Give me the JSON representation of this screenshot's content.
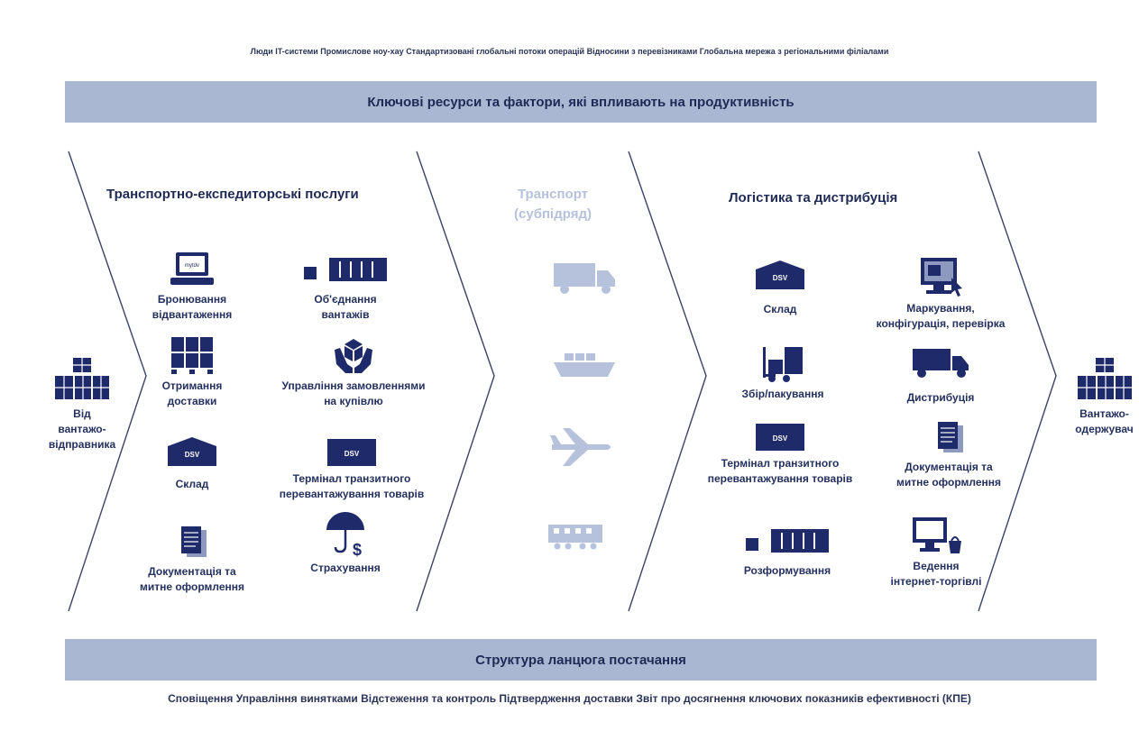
{
  "resources_list": "Люди IT-системи Промислове ноу-хау Стандартизовані глобальні потоки операцій Відносини з перевізниками Глобальна мережа з регіональними філіалами",
  "resources_title": "Ключові ресурси та фактори, які впливають на продуктивність",
  "supply_chain_title": "Структура ланцюга постачання",
  "supply_chain_list": "Сповіщення Управління винятками Відстеження та контроль Підтвердження доставки Звіт про досягнення ключових показників ефективності (КПЕ)",
  "sender": {
    "line1": "Від",
    "line2": "вантажо-",
    "line3": "відправника"
  },
  "receiver": {
    "line1": "Вантажо-",
    "line2": "одержувач"
  },
  "forwarding": {
    "title": "Транспортно-експедиторські послуги",
    "booking": {
      "line1": "Бронювання",
      "line2": "відвантаження",
      "icon": "laptop-icon",
      "screen_text": "mytdv"
    },
    "consolidation": {
      "line1": "Об'єднання",
      "line2": "вантажів",
      "icon": "container-icon"
    },
    "receiving": {
      "line1": "Отримання",
      "line2": "доставки",
      "icon": "pallet-icon"
    },
    "order_mgmt": {
      "line1": "Управління замовленнями",
      "line2": "на купівлю",
      "icon": "hands-box-icon"
    },
    "warehouse": {
      "line1": "Склад",
      "icon": "warehouse-icon",
      "logo": "DSV"
    },
    "crossdock": {
      "line1": "Термінал транзитного",
      "line2": "перевантажування товарів",
      "icon": "terminal-icon",
      "logo": "DSV"
    },
    "docs": {
      "line1": "Документація та",
      "line2": "митне оформлення",
      "icon": "documents-icon"
    },
    "insurance": {
      "line1": "Страхування",
      "icon": "umbrella-icon"
    }
  },
  "transport": {
    "line1": "Транспорт",
    "line2": "(субпідряд)",
    "modes": [
      "truck-icon",
      "ship-icon",
      "plane-icon",
      "rail-icon"
    ]
  },
  "logistics": {
    "title": "Логістика та дистрибуція",
    "warehouse": {
      "line1": "Склад",
      "icon": "warehouse-icon",
      "logo": "DSV"
    },
    "labelling": {
      "line1": "Маркування,",
      "line2": "конфігурація, перевірка",
      "icon": "computer-icon"
    },
    "picking": {
      "line1": "Збір/пакування",
      "icon": "forklift-icon"
    },
    "distribution": {
      "line1": "Дистрибуція",
      "icon": "truck-icon"
    },
    "crossdock": {
      "line1": "Термінал транзитного",
      "line2": "перевантажування товарів",
      "icon": "terminal-icon",
      "logo": "DSV"
    },
    "docs": {
      "line1": "Документація та",
      "line2": "митне оформлення",
      "icon": "documents-icon"
    },
    "deconsolidation": {
      "line1": "Розформування",
      "icon": "container-icon"
    },
    "ecommerce": {
      "line1": "Ведення",
      "line2": "інтернет-торгівлі",
      "icon": "monitor-basket-icon"
    }
  },
  "colors": {
    "navy": "#24305e",
    "band": "#a9b7d3",
    "light": "#b6c2dc"
  }
}
